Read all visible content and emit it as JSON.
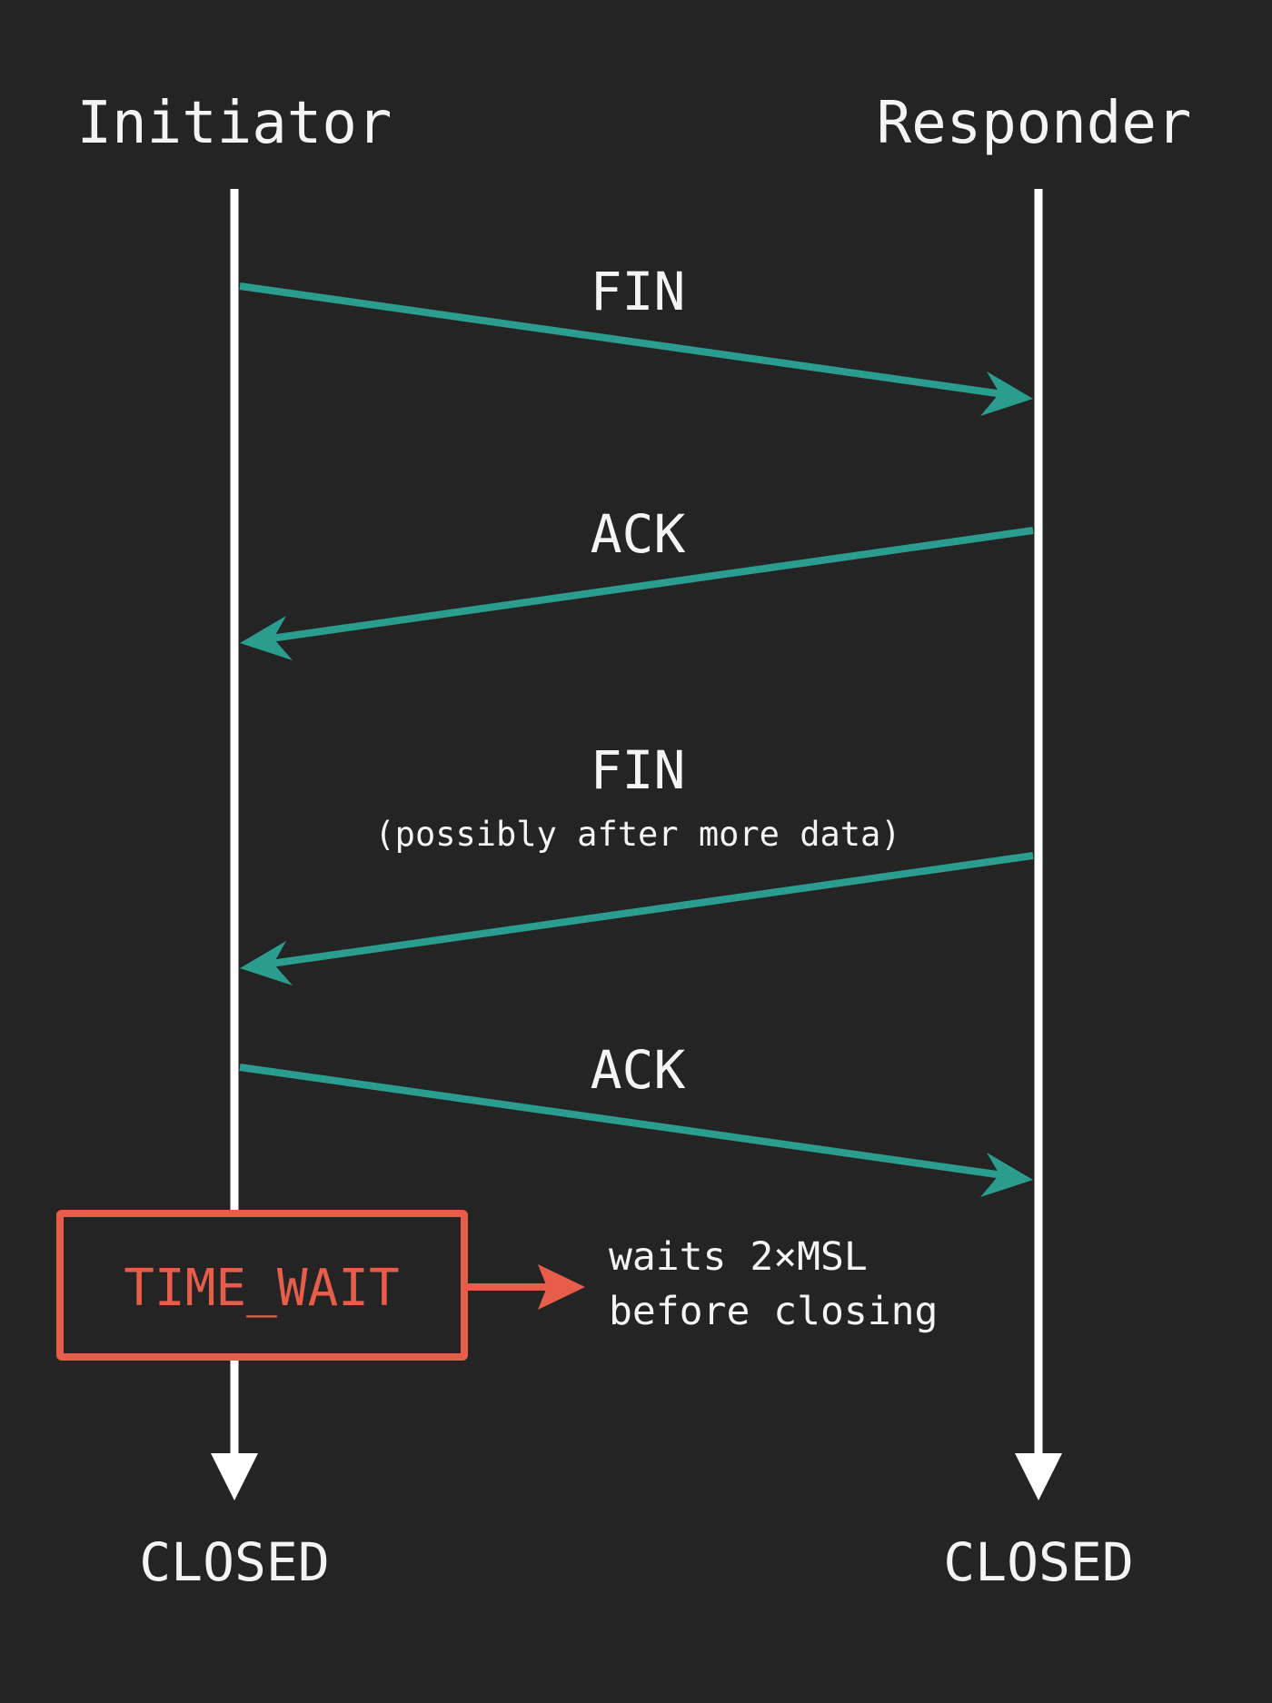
{
  "participants": {
    "initiator": "Initiator",
    "responder": "Responder"
  },
  "messages": [
    {
      "label": "FIN",
      "note": "",
      "direction": "initiator-to-responder"
    },
    {
      "label": "ACK",
      "note": "",
      "direction": "responder-to-initiator"
    },
    {
      "label": "FIN",
      "note": "(possibly after more data)",
      "direction": "responder-to-initiator"
    },
    {
      "label": "ACK",
      "note": "",
      "direction": "initiator-to-responder"
    }
  ],
  "time_wait": {
    "state": "TIME_WAIT",
    "note_line1": "waits 2×MSL",
    "note_line2": "before closing"
  },
  "end_states": {
    "initiator": "CLOSED",
    "responder": "CLOSED"
  },
  "colors": {
    "background": "#242424",
    "lifeline": "#ffffff",
    "message_arrow": "#2a9d8f",
    "time_wait": "#e85d4a"
  }
}
